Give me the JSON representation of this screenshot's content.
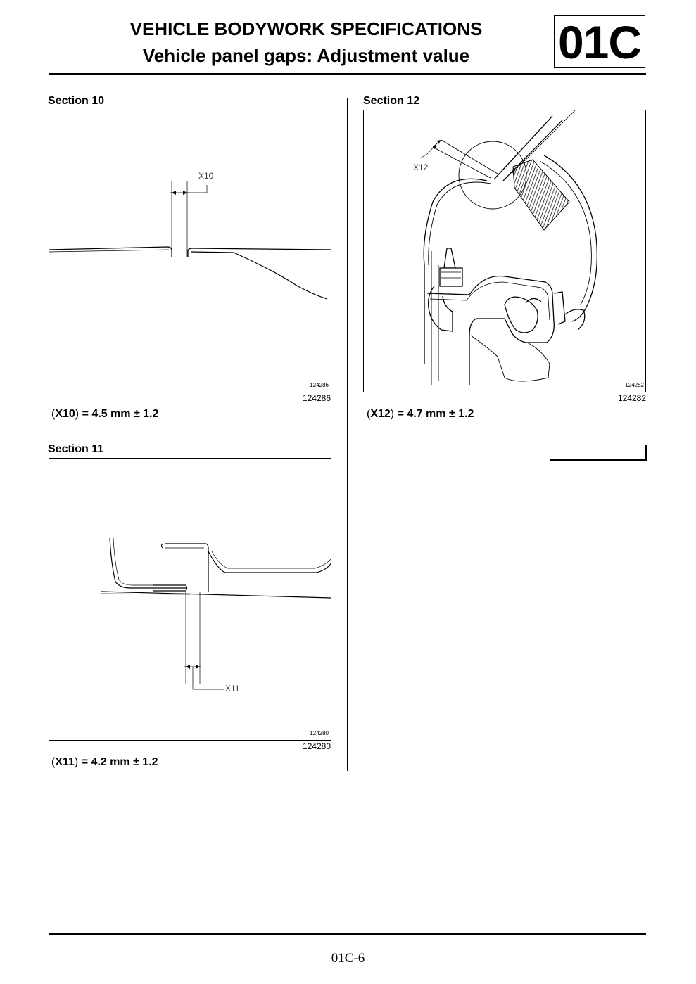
{
  "header": {
    "title": "VEHICLE BODYWORK SPECIFICATIONS",
    "subtitle": "Vehicle panel gaps: Adjustment value",
    "code": "01C"
  },
  "sections": [
    {
      "title": "Section 10",
      "figure_ref": "124286",
      "figure_inner_ref": "124286",
      "dim_label": "X10",
      "caption": {
        "open": "(",
        "label": "X10",
        "close": ")",
        "value": " = 4.5 mm ± 1.2"
      }
    },
    {
      "title": "Section 11",
      "figure_ref": "124280",
      "figure_inner_ref": "124280",
      "dim_label": "X11",
      "caption": {
        "open": "(",
        "label": "X11",
        "close": ")",
        "value": " = 4.2 mm ± 1.2"
      }
    },
    {
      "title": "Section 12",
      "figure_ref": "124282",
      "figure_inner_ref": "124282",
      "dim_label": "X12",
      "caption": {
        "open": "(",
        "label": "X12",
        "close": ")",
        "value": " = 4.7 mm ± 1.2"
      }
    }
  ],
  "footer": {
    "page": "01C-6"
  }
}
